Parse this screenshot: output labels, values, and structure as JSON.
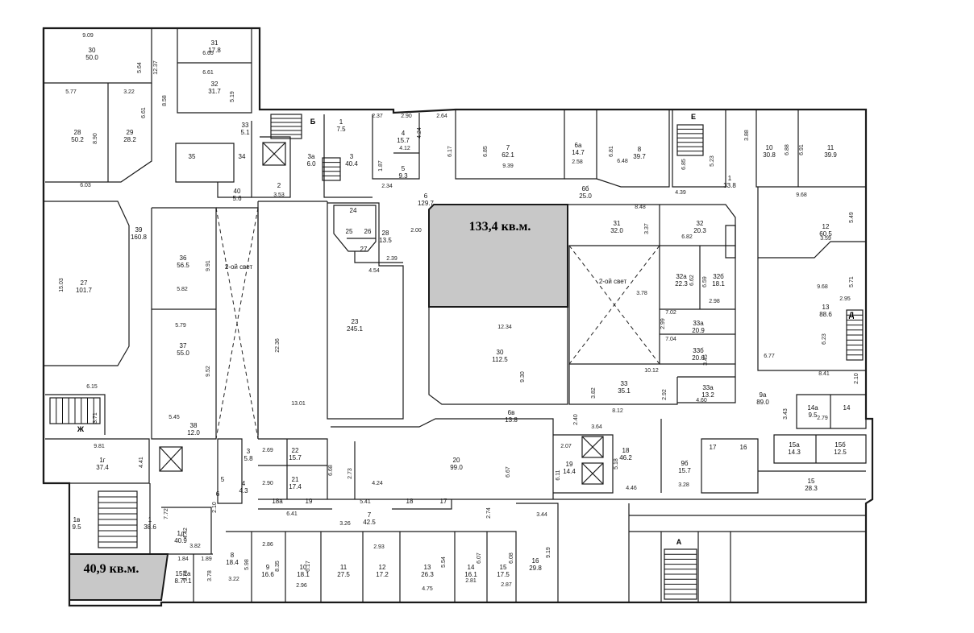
{
  "highlights": {
    "main": "133,4 кв.м.",
    "corner": "40,9 кв.м."
  },
  "light_wells": [
    "2-ой свет",
    "2-ой свет"
  ],
  "letters": [
    "Б",
    "Е",
    "Д",
    "Ж",
    "А"
  ],
  "rooms": [
    {
      "n": "30",
      "a": "50.0"
    },
    {
      "n": "31",
      "a": "17.8"
    },
    {
      "n": "32",
      "a": "31.7"
    },
    {
      "n": "28",
      "a": "50.2"
    },
    {
      "n": "29",
      "a": "28.2"
    },
    {
      "n": "33",
      "a": "5.1"
    },
    {
      "n": "1",
      "a": "7.5"
    },
    {
      "n": "4",
      "a": "15.7"
    },
    {
      "n": "35",
      "a": ""
    },
    {
      "n": "34",
      "a": ""
    },
    {
      "n": "3а",
      "a": "6.0"
    },
    {
      "n": "3",
      "a": "40.4"
    },
    {
      "n": "5",
      "a": "9.3"
    },
    {
      "n": "7",
      "a": "62.1"
    },
    {
      "n": "6а",
      "a": "14.7"
    },
    {
      "n": "8",
      "a": "39.7"
    },
    {
      "n": "10",
      "a": "30.8"
    },
    {
      "n": "11",
      "a": "39.9"
    },
    {
      "n": "1",
      "a": "33.8"
    },
    {
      "n": "40",
      "a": "5.6"
    },
    {
      "n": "2",
      "a": ""
    },
    {
      "n": "6",
      "a": "129.7"
    },
    {
      "n": "6б",
      "a": "25.0"
    },
    {
      "n": "24",
      "a": ""
    },
    {
      "n": "25",
      "a": ""
    },
    {
      "n": "26",
      "a": ""
    },
    {
      "n": "28",
      "a": "13.5"
    },
    {
      "n": "27",
      "a": ""
    },
    {
      "n": "39",
      "a": "160.8"
    },
    {
      "n": "27",
      "a": "101.7"
    },
    {
      "n": "36",
      "a": "56.5"
    },
    {
      "n": "31",
      "a": "32.0"
    },
    {
      "n": "32",
      "a": "20.3"
    },
    {
      "n": "12",
      "a": "60.5"
    },
    {
      "n": "32а",
      "a": "22.3"
    },
    {
      "n": "32б",
      "a": "18.1"
    },
    {
      "n": "23",
      "a": "245.1"
    },
    {
      "n": "37",
      "a": "55.0"
    },
    {
      "n": "13",
      "a": "88.6"
    },
    {
      "n": "33а",
      "a": "20.9"
    },
    {
      "n": "30",
      "a": "112.5"
    },
    {
      "n": "33б",
      "a": "20.6"
    },
    {
      "n": "33",
      "a": "35.1"
    },
    {
      "n": "33а",
      "a": "13.2"
    },
    {
      "n": "9а",
      "a": "89.0"
    },
    {
      "n": "6в",
      "a": "13.8"
    },
    {
      "n": "14а",
      "a": "9.5"
    },
    {
      "n": "14",
      "a": ""
    },
    {
      "n": "38",
      "a": "12.0"
    },
    {
      "n": "22",
      "a": "15.7"
    },
    {
      "n": "3",
      "a": "5.8"
    },
    {
      "n": "20",
      "a": "99.0"
    },
    {
      "n": "18",
      "a": "46.2"
    },
    {
      "n": "19",
      "a": "14.4"
    },
    {
      "n": "9б",
      "a": "15.7"
    },
    {
      "n": "17",
      "a": ""
    },
    {
      "n": "16",
      "a": ""
    },
    {
      "n": "15а",
      "a": "14.3"
    },
    {
      "n": "15б",
      "a": "12.5"
    },
    {
      "n": "1г",
      "a": "37.4"
    },
    {
      "n": "21",
      "a": "17.4"
    },
    {
      "n": "4",
      "a": "4.3"
    },
    {
      "n": "5",
      "a": ""
    },
    {
      "n": "6",
      "a": ""
    },
    {
      "n": "15",
      "a": "28.3"
    },
    {
      "n": "1в",
      "a": "9.5"
    },
    {
      "n": "1",
      "a": "38.6"
    },
    {
      "n": "7",
      "a": "42.5"
    },
    {
      "n": "1д",
      "a": "40.9"
    },
    {
      "n": "8",
      "a": "18.4"
    },
    {
      "n": "9",
      "a": "16.6"
    },
    {
      "n": "10",
      "a": "18.1"
    },
    {
      "n": "11",
      "a": "27.5"
    },
    {
      "n": "12",
      "a": "17.2"
    },
    {
      "n": "13",
      "a": "26.3"
    },
    {
      "n": "14",
      "a": "16.1"
    },
    {
      "n": "15",
      "a": "17.5"
    },
    {
      "n": "16",
      "a": "29.8"
    },
    {
      "n": "15",
      "a": "8.7"
    },
    {
      "n": "1а",
      "a": "7.1"
    },
    {
      "n": "18а",
      "a": ""
    },
    {
      "n": "19",
      "a": ""
    },
    {
      "n": "18",
      "a": ""
    },
    {
      "n": "17",
      "a": ""
    }
  ],
  "dims": [
    "9.09",
    "5.64",
    "12.37",
    "6.65",
    "6.61",
    "5.19",
    "5.77",
    "3.22",
    "6.61",
    "8.58",
    "8.90",
    "2.37",
    "2.90",
    "2.64",
    "4.12",
    "4.24",
    "6.17",
    "6.85",
    "9.39",
    "2.58",
    "6.81",
    "6.48",
    "6.85",
    "5.23",
    "3.88",
    "6.88",
    "6.91",
    "1.87",
    "2.34",
    "6.03",
    "3.53",
    "4.39",
    "8.48",
    "9.68",
    "5.49",
    "3.37",
    "6.82",
    "3.59",
    "2.00",
    "2.39",
    "4.54",
    "15.03",
    "9.91",
    "5.82",
    "6.62",
    "6.59",
    "3.78",
    "2.98",
    "5.71",
    "9.68",
    "2.95",
    "7.02",
    "22.36",
    "12.34",
    "2.99",
    "7.04",
    "6.23",
    "5.79",
    "3.45",
    "6.77",
    "9.52",
    "9.30",
    "10.12",
    "8.41",
    "2.10",
    "13.01",
    "3.82",
    "2.92",
    "4.60",
    "8.12",
    "3.43",
    "2.79",
    "6.15",
    "3.71",
    "5.45",
    "2.40",
    "3.64",
    "9.81",
    "4.41",
    "2.69",
    "6.68",
    "2.73",
    "6.67",
    "2.07",
    "5.18",
    "3.28",
    "2.90",
    "4.24",
    "6.11",
    "4.46",
    "6.41",
    "5.41",
    "7.72",
    "2.10",
    "3.26",
    "2.74",
    "3.44",
    "4.42",
    "3.82",
    "2.86",
    "2.93",
    "5.98",
    "8.35",
    "6.17",
    "5.54",
    "6.07",
    "6.08",
    "9.19",
    "1.84",
    "1.89",
    "3.78",
    "3.78",
    "3.22",
    "2.96",
    "4.75",
    "2.81",
    "2.87"
  ]
}
